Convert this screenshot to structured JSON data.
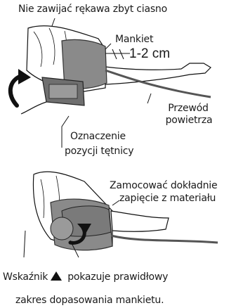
{
  "labels": {
    "top_warning": "Nie zawijać rękawa zbyt ciasno",
    "cuff": "Mankiet",
    "distance": "1-2 cm",
    "air_tube_line1": "Przewód",
    "air_tube_line2": "powietrza",
    "artery_mark_line1": "Oznaczenie",
    "artery_mark_line2": "pozycji tętnicy",
    "fasten_line1": "Zamocować dokładnie",
    "fasten_line2": "zapięcie z materiału",
    "indicator_before": "Wskaźnik",
    "indicator_after": "pokazuje prawidłowy",
    "fit_range": "zakres dopasowania mankietu."
  },
  "icons": {
    "indicator_symbol": "triangle-up-icon",
    "wrap_direction": "curved-arrow-icon",
    "fasten_direction": "curved-arrow-icon"
  },
  "colors": {
    "cuff_fill": "#8a8a8a",
    "cuff_dark": "#555555",
    "skin": "#ffffff",
    "ink": "#111111"
  }
}
